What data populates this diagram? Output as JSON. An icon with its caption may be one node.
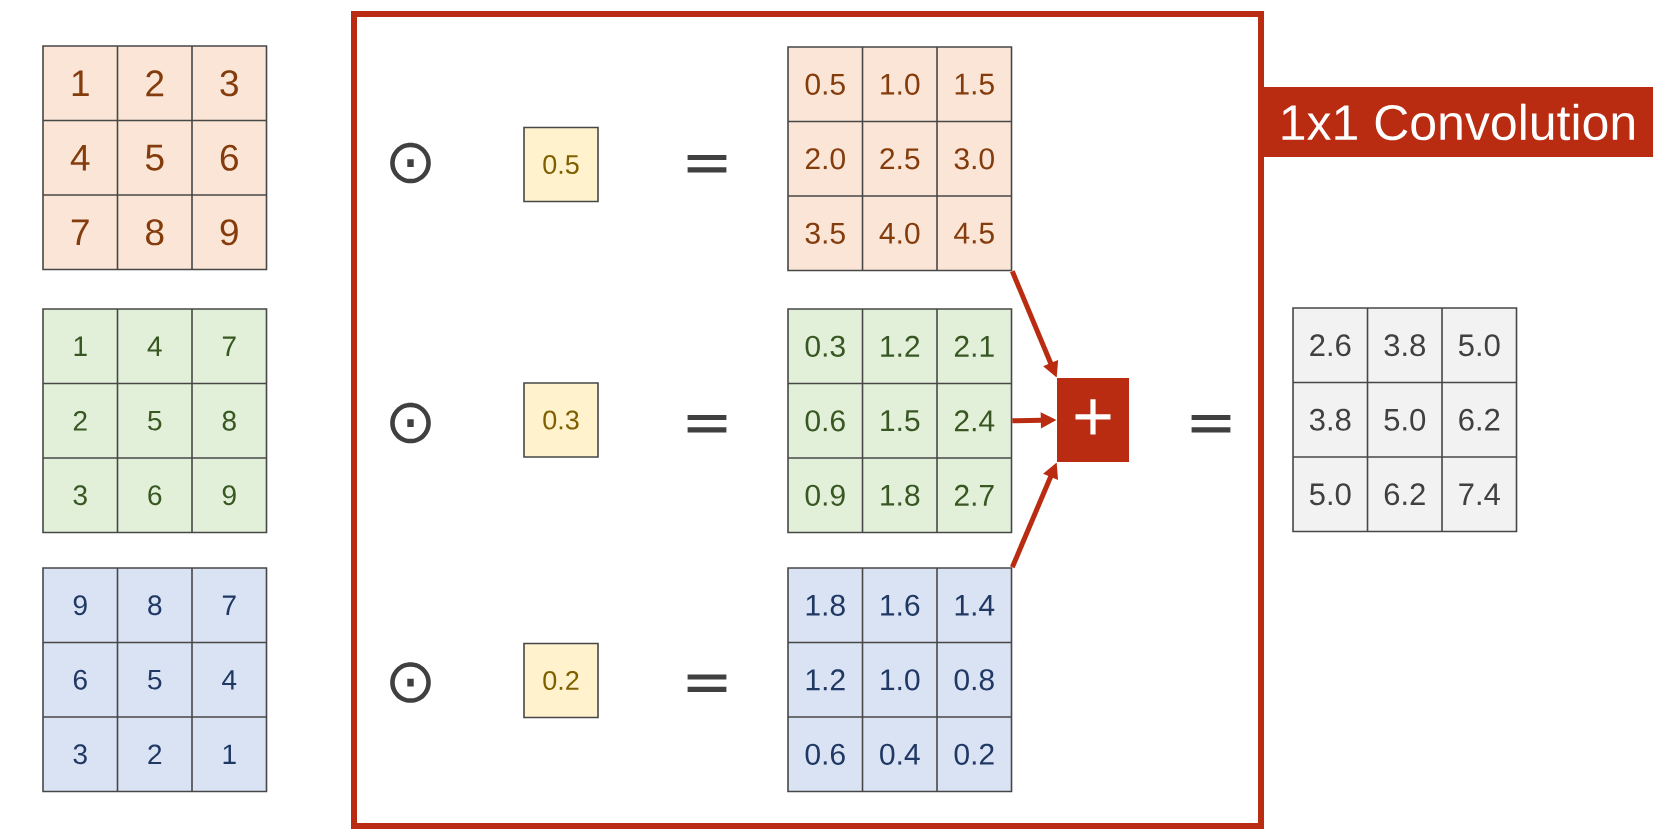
{
  "diagram": {
    "nodes": [
      {
        "text": [],
        "shape": "grid"
      },
      {
        "text": [
          "1"
        ],
        "in": 0
      },
      {
        "text": [
          "2"
        ],
        "in": 0
      },
      {
        "text": [
          "3"
        ],
        "in": 0
      },
      {
        "text": [
          "4"
        ],
        "in": 0
      },
      {
        "text": [
          "5"
        ],
        "in": 0
      },
      {
        "text": [
          "6"
        ],
        "in": 0
      },
      {
        "text": [
          "7"
        ],
        "in": 0
      },
      {
        "text": [
          "8"
        ],
        "in": 0
      },
      {
        "text": [
          "9"
        ],
        "in": 0
      },
      {
        "text": [],
        "shape": "grid"
      },
      {
        "text": [
          "1"
        ],
        "in": 10
      },
      {
        "text": [
          "4"
        ],
        "in": 10
      },
      {
        "text": [
          "7"
        ],
        "in": 10
      },
      {
        "text": [
          "2"
        ],
        "in": 10
      },
      {
        "text": [
          "5"
        ],
        "in": 10
      },
      {
        "text": [
          "8"
        ],
        "in": 10
      },
      {
        "text": [
          "3"
        ],
        "in": 10
      },
      {
        "text": [
          "6"
        ],
        "in": 10
      },
      {
        "text": [
          "9"
        ],
        "in": 10
      },
      {
        "text": [],
        "shape": "grid"
      },
      {
        "text": [
          "9"
        ],
        "in": 20
      },
      {
        "text": [
          "8"
        ],
        "in": 20
      },
      {
        "text": [
          "7"
        ],
        "in": 20
      },
      {
        "text": [
          "6"
        ],
        "in": 20
      },
      {
        "text": [
          "5"
        ],
        "in": 20
      },
      {
        "text": [
          "4"
        ],
        "in": 20
      },
      {
        "text": [
          "3"
        ],
        "in": 20
      },
      {
        "text": [
          "2"
        ],
        "in": 20
      },
      {
        "text": [
          "1"
        ],
        "in": 20
      },
      {
        "text": [
          "1x1 Convolution"
        ]
      },
      {
        "text": [
          "0.5"
        ],
        "in": 30
      },
      {
        "text": [],
        "shape": "grid",
        "in": 30
      },
      {
        "text": [
          "0.5"
        ],
        "in": 32
      },
      {
        "text": [
          "1.0"
        ],
        "in": 32
      },
      {
        "text": [
          "1.5"
        ],
        "in": 32
      },
      {
        "text": [
          "2.0"
        ],
        "in": 32
      },
      {
        "text": [
          "2.5"
        ],
        "in": 32
      },
      {
        "text": [
          "3.0"
        ],
        "in": 32
      },
      {
        "text": [
          "3.5"
        ],
        "in": 32
      },
      {
        "text": [
          "4.0"
        ],
        "in": 32
      },
      {
        "text": [
          "4.5"
        ],
        "in": 32
      },
      {
        "text": [
          "0.3"
        ],
        "in": 30
      },
      {
        "text": [],
        "shape": "grid",
        "in": 30
      },
      {
        "text": [
          "0.3"
        ],
        "in": 43
      },
      {
        "text": [
          "1.2"
        ],
        "in": 43
      },
      {
        "text": [
          "2.1"
        ],
        "in": 43
      },
      {
        "text": [
          "0.6"
        ],
        "in": 43
      },
      {
        "text": [
          "1.5"
        ],
        "in": 43
      },
      {
        "text": [
          "2.4"
        ],
        "in": 43
      },
      {
        "text": [
          "0.9"
        ],
        "in": 43
      },
      {
        "text": [
          "1.8"
        ],
        "in": 43
      },
      {
        "text": [
          "2.7"
        ],
        "in": 43
      },
      {
        "text": [
          "0.2"
        ],
        "in": 30
      },
      {
        "text": [],
        "shape": "grid",
        "in": 30
      },
      {
        "text": [
          "1.8"
        ],
        "in": 54
      },
      {
        "text": [
          "1.6"
        ],
        "in": 54
      },
      {
        "text": [
          "1.4"
        ],
        "in": 54
      },
      {
        "text": [
          "1.2"
        ],
        "in": 54
      },
      {
        "text": [
          "1.0"
        ],
        "in": 54
      },
      {
        "text": [
          "0.8"
        ],
        "in": 54
      },
      {
        "text": [
          "0.6"
        ],
        "in": 54
      },
      {
        "text": [
          "0.4"
        ],
        "in": 54
      },
      {
        "text": [
          "0.2"
        ],
        "in": 54
      },
      {
        "text": [
          "+"
        ],
        "in": 30
      },
      {
        "text": [],
        "shape": "grid"
      },
      {
        "text": [
          "2.6"
        ],
        "in": 65
      },
      {
        "text": [
          "3.8"
        ],
        "in": 65
      },
      {
        "text": [
          "5.0"
        ],
        "in": 65
      },
      {
        "text": [
          "3.8"
        ],
        "in": 65
      },
      {
        "text": [
          "5.0"
        ],
        "in": 65
      },
      {
        "text": [
          "6.2"
        ],
        "in": 65
      },
      {
        "text": [
          "5.0"
        ],
        "in": 65
      },
      {
        "text": [
          "6.2"
        ],
        "in": 65
      },
      {
        "text": [
          "7.4"
        ],
        "in": 65
      }
    ],
    "edges": [
      {
        "from": 32,
        "to": 64,
        "arrow": "to"
      },
      {
        "from": 43,
        "to": 64,
        "arrow": "to"
      },
      {
        "from": 54,
        "to": 64,
        "arrow": "to"
      }
    ],
    "labels": [
      "⊙",
      "=",
      "⊙",
      "=",
      "=",
      "⊙",
      "="
    ]
  }
}
